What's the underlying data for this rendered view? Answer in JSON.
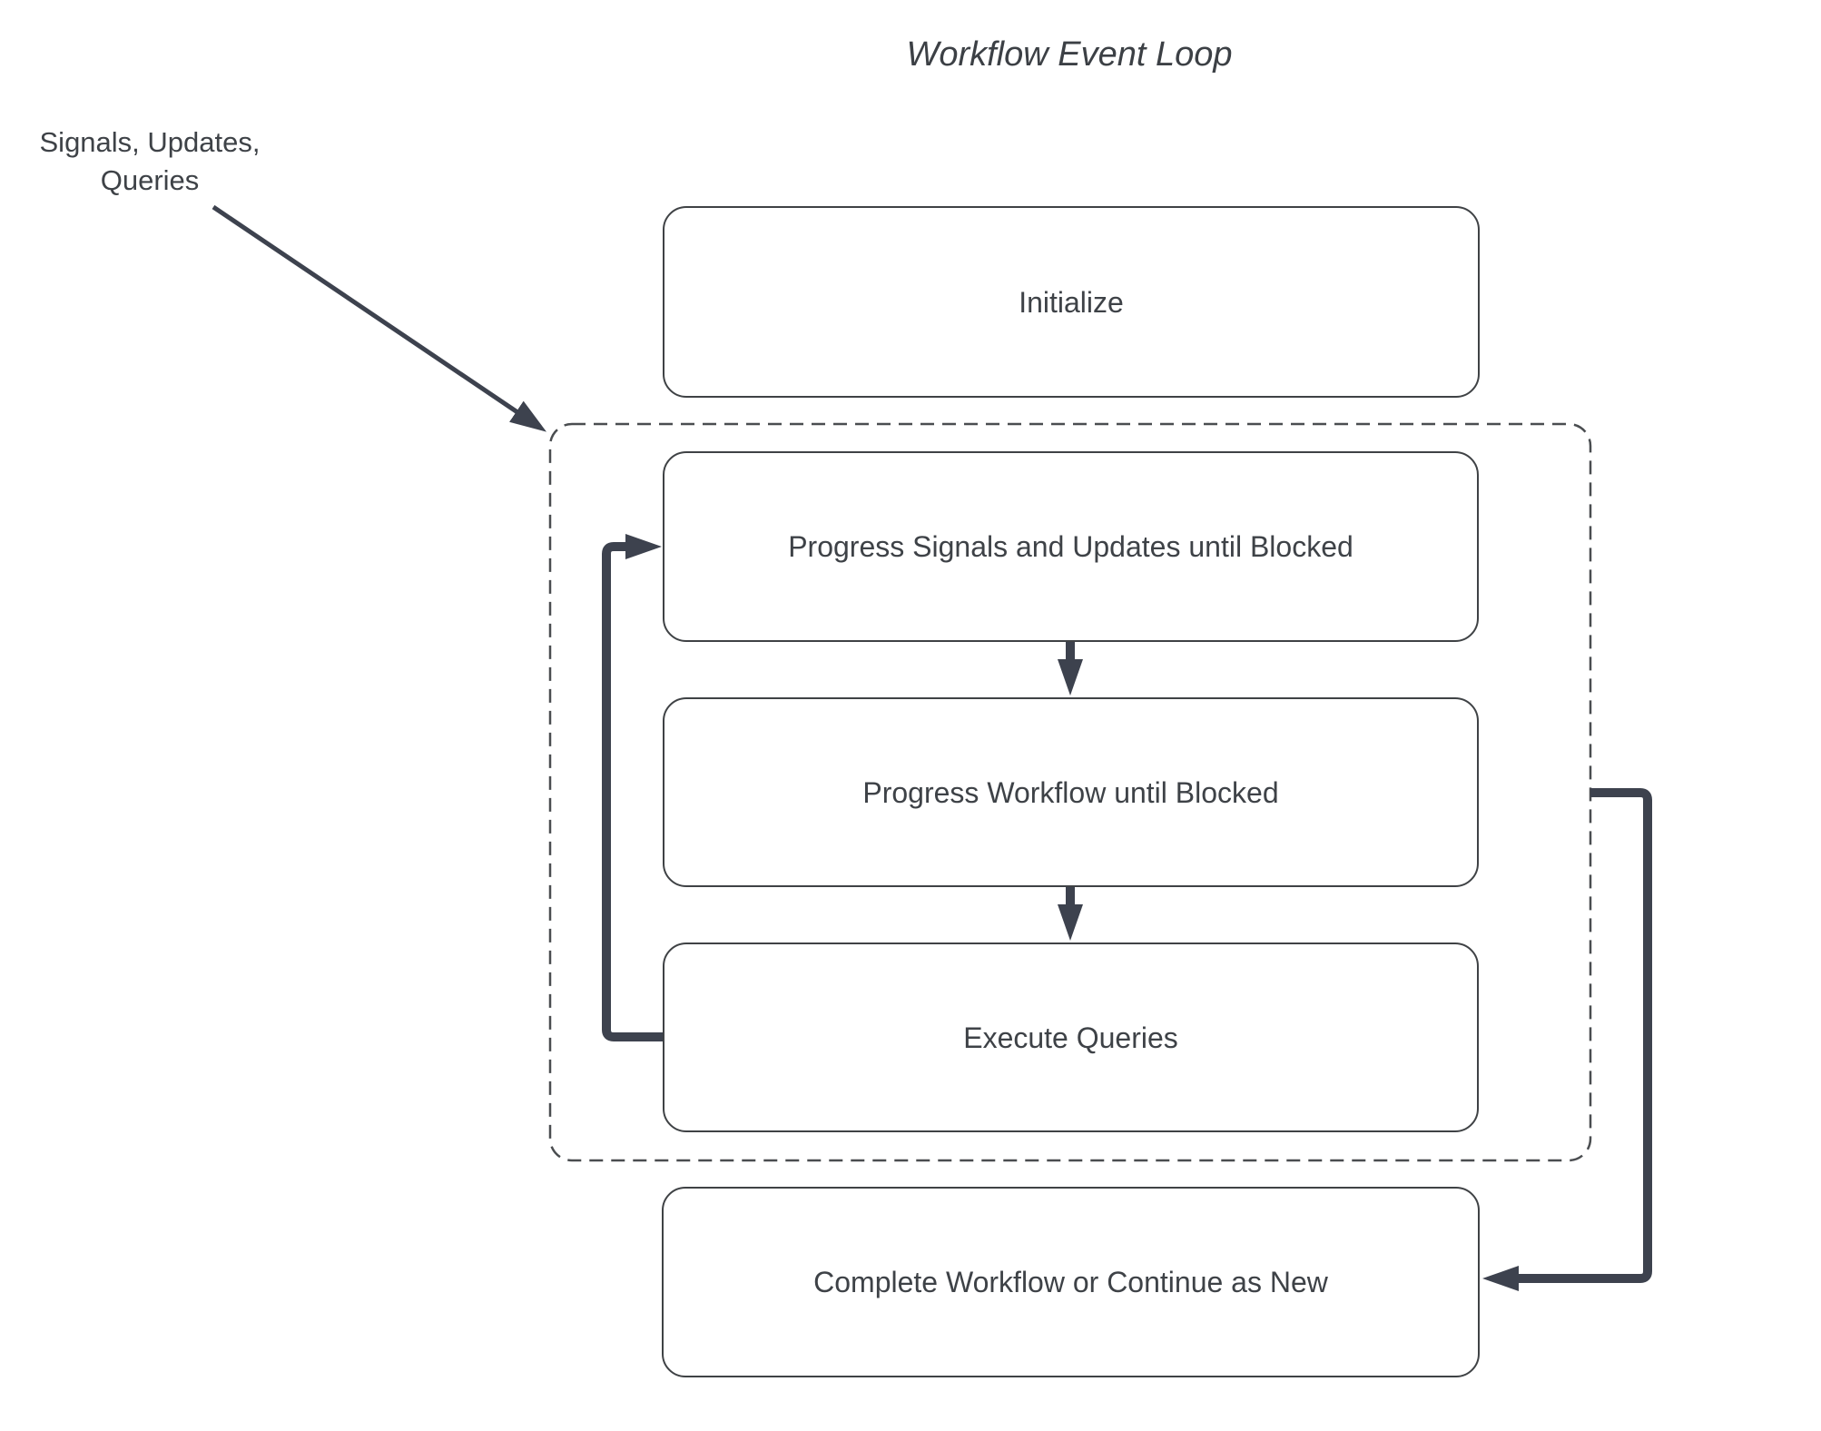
{
  "title": "Workflow Event Loop",
  "annotation": {
    "line1": "Signals, Updates,",
    "line2": "Queries"
  },
  "nodes": {
    "initialize": {
      "label": "Initialize"
    },
    "progress_signals": {
      "label": "Progress Signals and Updates until Blocked"
    },
    "progress_workflow": {
      "label": "Progress Workflow until Blocked"
    },
    "execute_queries": {
      "label": "Execute Queries"
    },
    "complete": {
      "label": "Complete Workflow or Continue as New"
    }
  },
  "group": {
    "style": "dashed-boundary",
    "contains": [
      "progress_signals",
      "progress_workflow",
      "execute_queries"
    ]
  },
  "edges": [
    {
      "from": "annotation",
      "to": "event-loop-group",
      "type": "thin-arrow"
    },
    {
      "from": "progress_signals",
      "to": "progress_workflow",
      "type": "down-arrow"
    },
    {
      "from": "progress_workflow",
      "to": "execute_queries",
      "type": "down-arrow"
    },
    {
      "from": "execute_queries",
      "to": "progress_signals",
      "type": "thick-loop-left"
    },
    {
      "from": "event-loop-group",
      "to": "complete",
      "type": "thick-loop-right"
    }
  ],
  "colors": {
    "background": "#ffffff",
    "box_border": "#3f4245",
    "dashed_border": "#4a4d50",
    "connector": "#3d424e",
    "text": "#3e4247"
  }
}
